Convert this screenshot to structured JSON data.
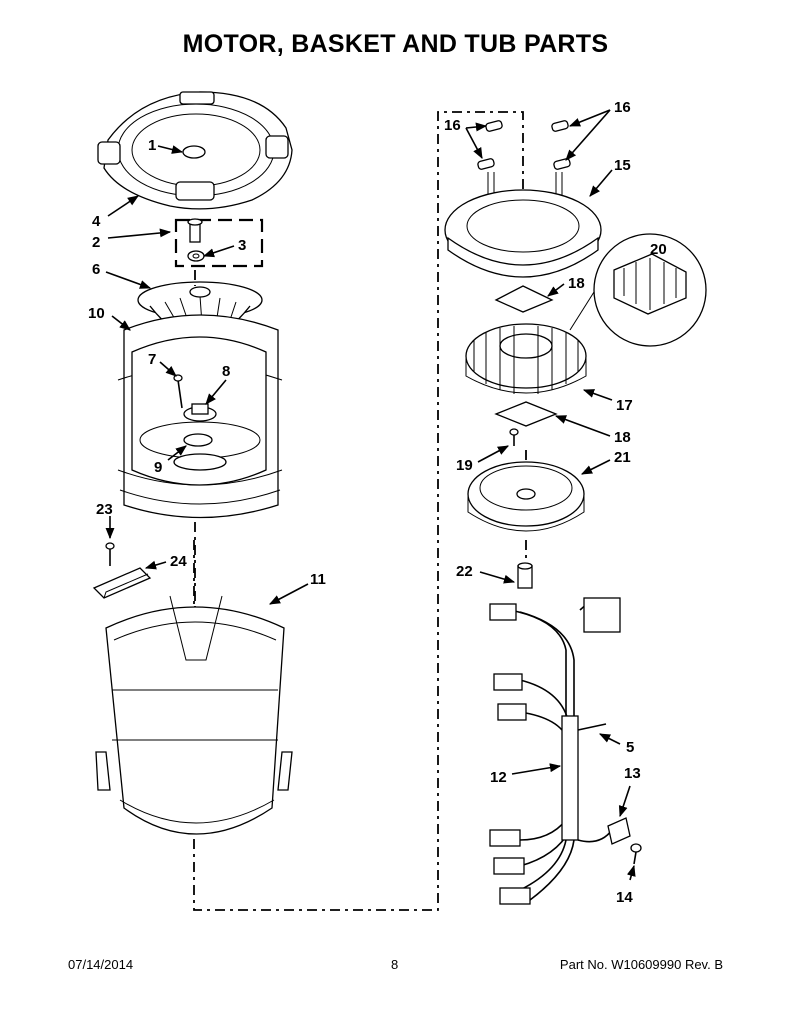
{
  "title": "MOTOR, BASKET AND TUB PARTS",
  "callouts": {
    "c1": "1",
    "c2": "2",
    "c3": "3",
    "c4": "4",
    "c5": "5",
    "c6": "6",
    "c7": "7",
    "c8": "8",
    "c9": "9",
    "c10": "10",
    "c11": "11",
    "c12": "12",
    "c13": "13",
    "c14": "14",
    "c15": "15",
    "c16a": "16",
    "c16b": "16",
    "c17": "17",
    "c18a": "18",
    "c18b": "18",
    "c19": "19",
    "c20": "20",
    "c21": "21",
    "c22": "22",
    "c23": "23",
    "c24": "24"
  },
  "footer": {
    "date": "07/14/2014",
    "page": "8",
    "part": "Part No.  W10609990  Rev.  B"
  }
}
